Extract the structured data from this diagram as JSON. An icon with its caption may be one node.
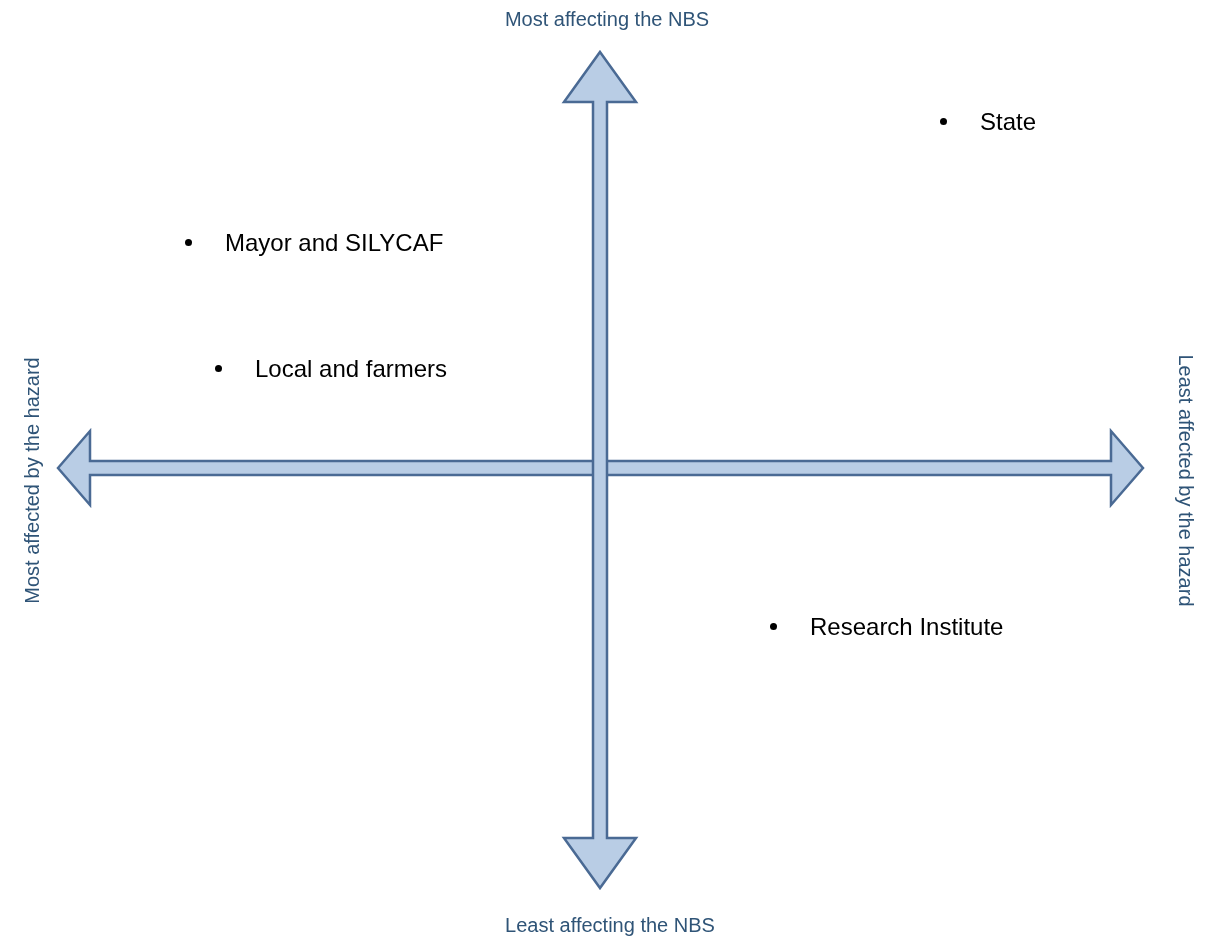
{
  "diagram": {
    "labels": [
      "Most affecting the NBS",
      "State",
      "Mayor and SILYCAF",
      "Local and farmers",
      "Most affected by the hazard",
      "Least affected by the hazard",
      "Research Institute",
      "Least affecting the NBS"
    ]
  }
}
